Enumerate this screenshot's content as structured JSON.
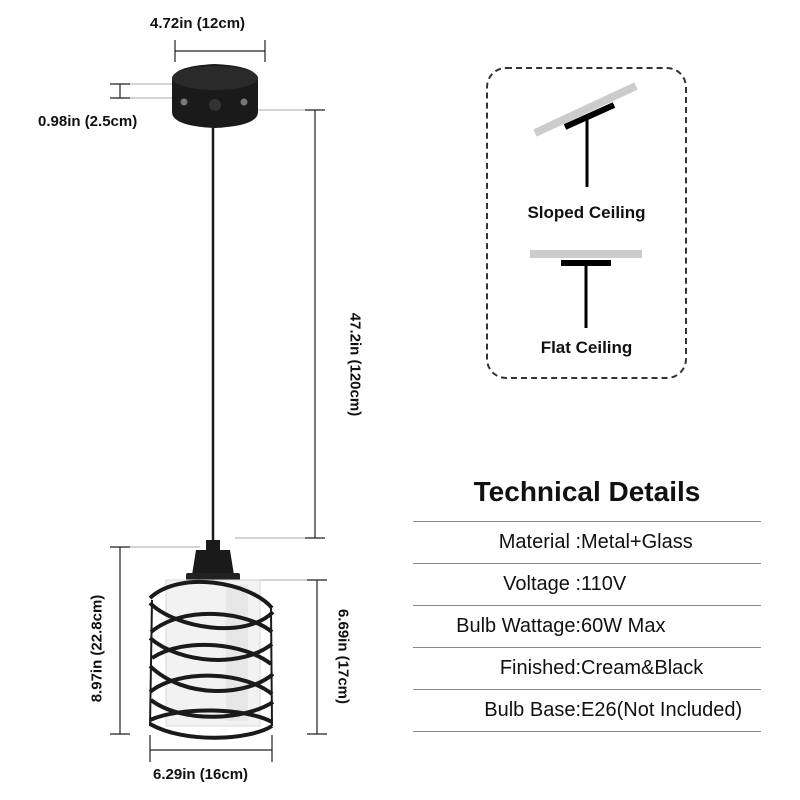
{
  "dimensions": {
    "canopy_width": "4.72in (12cm)",
    "canopy_height": "0.98in (2.5cm)",
    "cord_length": "47.2in (120cm)",
    "shade_total_height": "8.97in (22.8cm)",
    "shade_height": "6.69in (17cm)",
    "shade_width": "6.29in (16cm)"
  },
  "mounting": {
    "sloped_label": "Sloped Ceiling",
    "flat_label": "Flat Ceiling"
  },
  "technical_details": {
    "title": "Technical Details",
    "rows": [
      {
        "label": "Material :",
        "value": "Metal+Glass"
      },
      {
        "label": "Voltage :",
        "value": "110V"
      },
      {
        "label": "Bulb Wattage:",
        "value": "60W Max"
      },
      {
        "label": "Finished:",
        "value": "Cream&Black"
      },
      {
        "label": "Bulb Base:",
        "value": "E26(Not Included)"
      }
    ]
  },
  "colors": {
    "metal": "#1a1a1a",
    "glass": "#f2f2f2",
    "ceiling": "#cccccc"
  }
}
